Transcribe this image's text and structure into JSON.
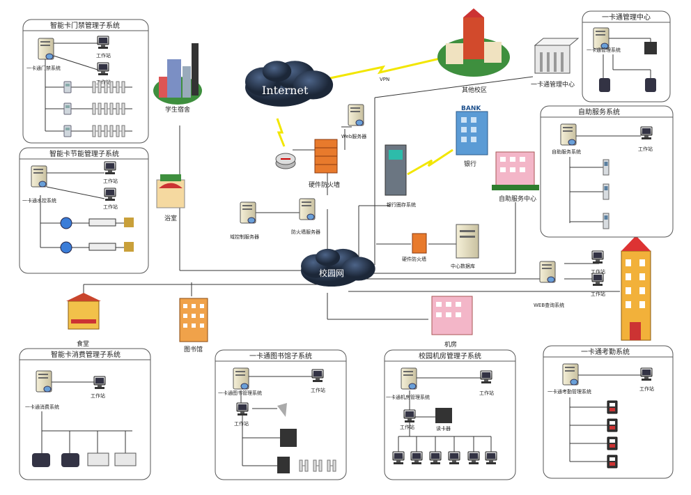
{
  "panels": {
    "access_control": {
      "title": "智能卡门禁管理子系统",
      "server": "一卡通门禁系统",
      "ws1": "工作站",
      "ws2": "工作站"
    },
    "energy": {
      "title": "智能卡节能管理子系统",
      "server": "一卡通水控系统",
      "ws1": "工作站",
      "ws2": "工作站"
    },
    "consumption": {
      "title": "智能卡消费管理子系统",
      "server": "一卡通消费系统",
      "ws1": "工作站"
    },
    "library": {
      "title": "一卡通图书馆子系统",
      "server": "一卡通图书管理系统",
      "ws1": "工作站",
      "ws2": "工作站"
    },
    "lab": {
      "title": "校园机房管理子系统",
      "server": "一卡通机房管理系统",
      "ws1": "工作站",
      "ws2": "工作站",
      "reader": "读卡器"
    },
    "attendance": {
      "title": "一卡通考勤系统",
      "server": "一卡通考勤管理系统",
      "ws1": "工作站"
    },
    "center": {
      "title": "一卡通管理中心",
      "server": "一卡通管理系统"
    },
    "self_service": {
      "title": "自助服务系统",
      "server": "自助服务系统",
      "ws1": "工作站"
    }
  },
  "nodes": {
    "internet": "Internet",
    "campus_net": "校园网",
    "vpn": "VPN",
    "dorm": "学生宿舍",
    "other_campus": "其他校区",
    "card_center": "一卡通管理中心",
    "web_server": "Web服务器",
    "hw_firewall": "硬件防火墙",
    "bank": "银行",
    "bank_sign": "BANK",
    "bank_atm": "银行圈存系统",
    "self_center": "自助服务中心",
    "bathhouse": "浴室",
    "domain_server": "域控制服务器",
    "fw_server": "防火墙服务器",
    "hw_firewall2": "硬件防火墙",
    "data_center": "中心数据库",
    "web_query": "WEB查询系统",
    "ws_a": "工作站",
    "ws_b": "工作站",
    "canteen": "食堂",
    "library": "图书馆",
    "machine_room": "机房"
  },
  "colors": {
    "panel_border": "#555555",
    "cloud": "#2b3a55",
    "bolt": "#f2e600",
    "line": "#333333"
  }
}
